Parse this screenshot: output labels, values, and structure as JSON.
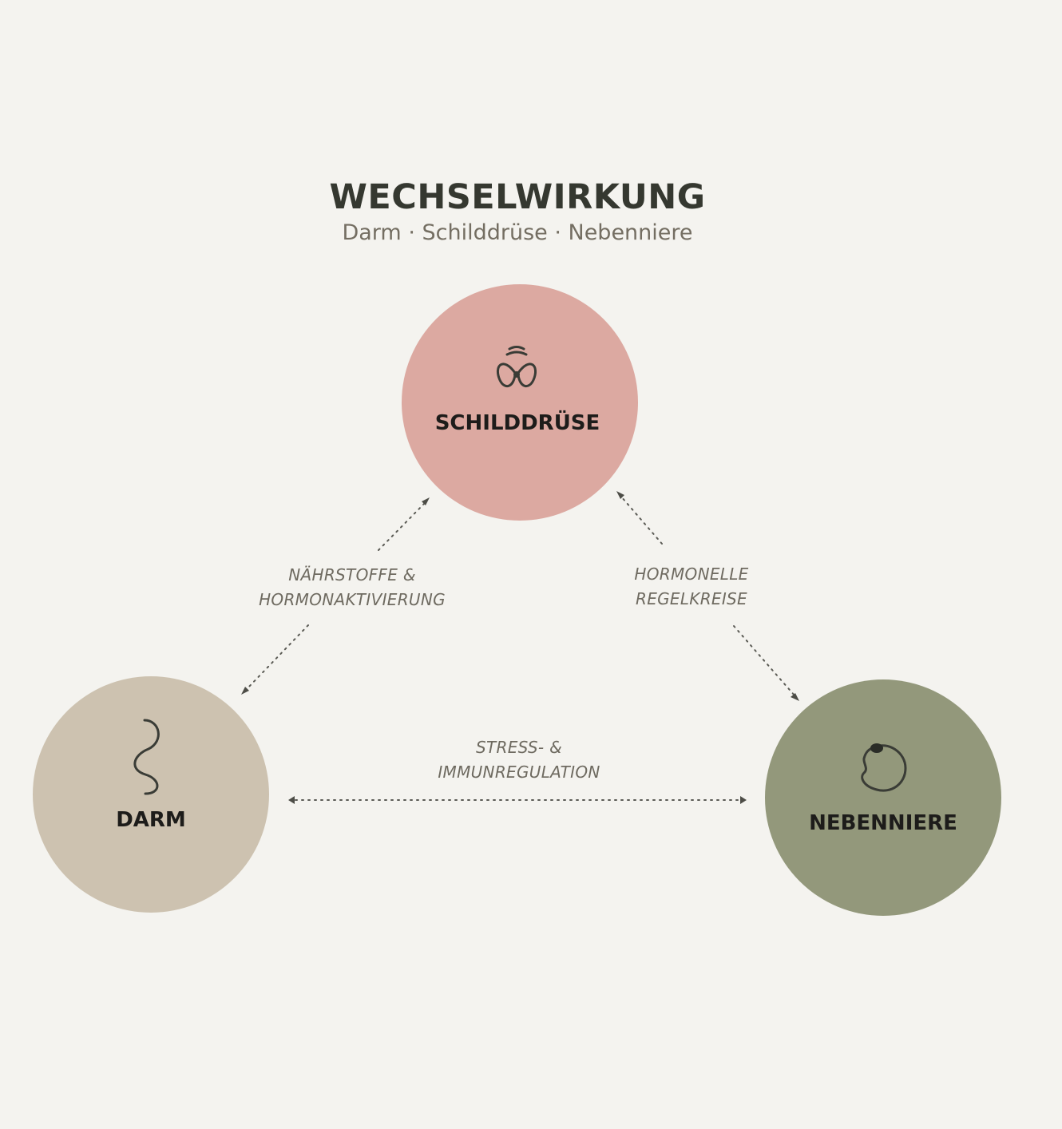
{
  "header": {
    "title": "WECHSELWIRKUNG",
    "subtitle": "Darm · Schilddrüse · Nebenniere"
  },
  "nodes": {
    "schilddruese": {
      "label": "SCHILDDRÜSE",
      "icon": "thyroid-icon",
      "color": "#dca9a1"
    },
    "darm": {
      "label": "DARM",
      "icon": "intestine-icon",
      "color": "#cdc2b0"
    },
    "nebenniere": {
      "label": "NEBENNIERE",
      "icon": "adrenal-gland-icon",
      "color": "#93987b"
    }
  },
  "edges": {
    "darm_schilddruese": {
      "line1": "NÄHRSTOFFE &",
      "line2": "HORMONAKTIVIERUNG"
    },
    "schilddruese_nebenniere": {
      "line1": "HORMONELLE",
      "line2": "REGELKREISE"
    },
    "darm_nebenniere": {
      "line1": "STRESS- &",
      "line2": "IMMUNREGULATION"
    }
  }
}
